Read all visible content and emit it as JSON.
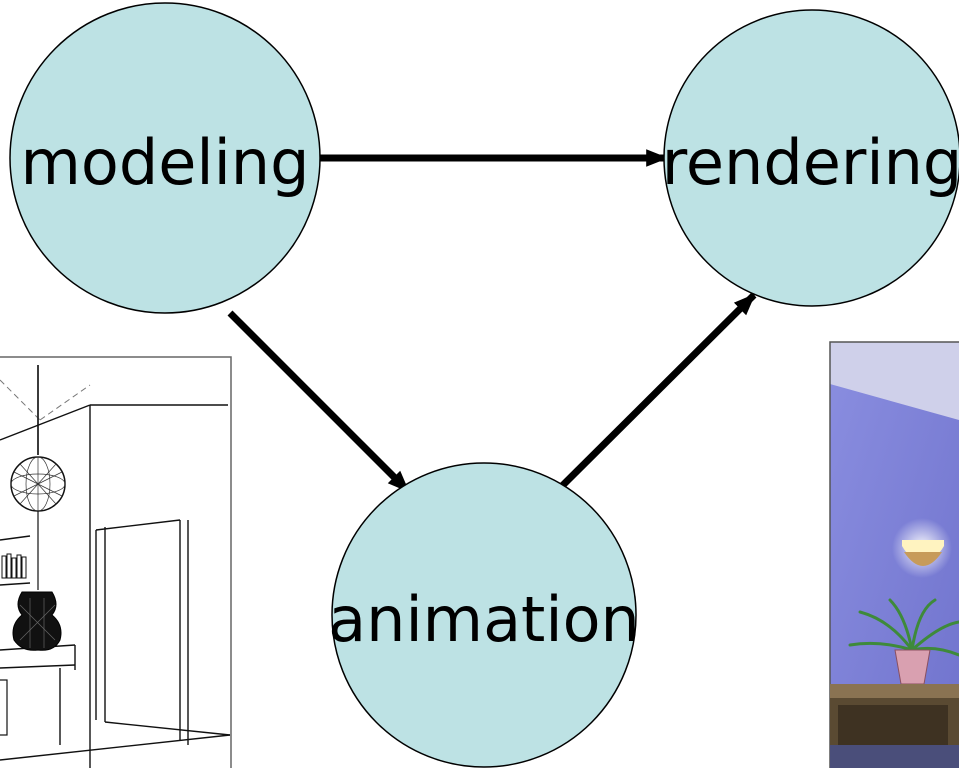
{
  "nodes": {
    "modeling": "modeling",
    "rendering": "rendering",
    "animation": "animation"
  },
  "colors": {
    "node_fill": "#bde2e4",
    "node_stroke": "#000000",
    "arrow": "#000000",
    "rendered_wall": "#7b7fd6",
    "rendered_floor": "#6b5a3a"
  },
  "images": {
    "left": "wireframe-room-illustration",
    "right": "rendered-room-photo"
  }
}
